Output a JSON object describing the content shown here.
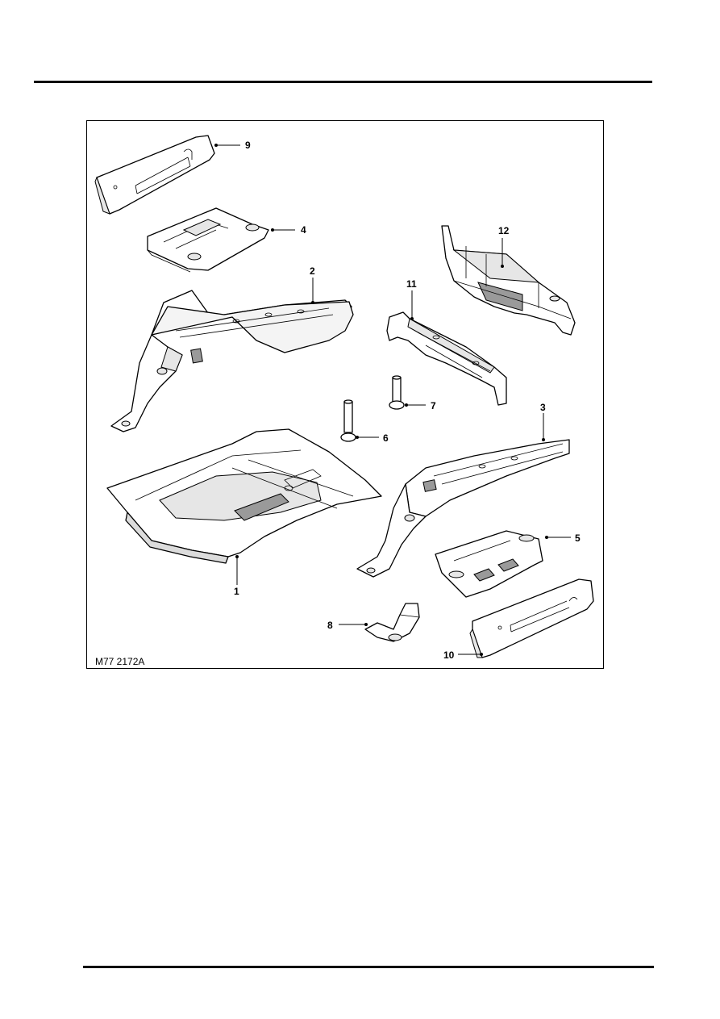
{
  "figure": {
    "reference": "M77 2172A",
    "callouts": {
      "c1": "1",
      "c2": "2",
      "c3": "3",
      "c4": "4",
      "c5": "5",
      "c6": "6",
      "c7": "7",
      "c8": "8",
      "c9": "9",
      "c10": "10",
      "c11": "11",
      "c12": "12"
    }
  }
}
